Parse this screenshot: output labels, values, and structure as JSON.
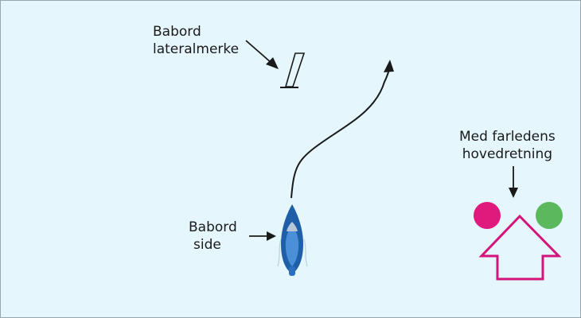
{
  "labels": {
    "port_marker": {
      "line1": "Babord",
      "line2": "lateralmerke"
    },
    "port_side": {
      "line1": "Babord",
      "line2": "side"
    },
    "main_direction": {
      "line1": "Med farledens",
      "line2": "hovedretning"
    }
  },
  "colors": {
    "water": "#e5f6fd",
    "boat_hull": "#1f5fa8",
    "boat_deck": "#4a90d9",
    "port_light": "#e0197d",
    "starboard_light": "#5cb85c",
    "direction_arrow": "#d4147a",
    "ink": "#1a1a1a"
  },
  "icons": [
    "port-lateral-marker-icon",
    "boat-icon",
    "magenta-light-icon",
    "green-light-icon",
    "main-direction-arrow-icon"
  ]
}
